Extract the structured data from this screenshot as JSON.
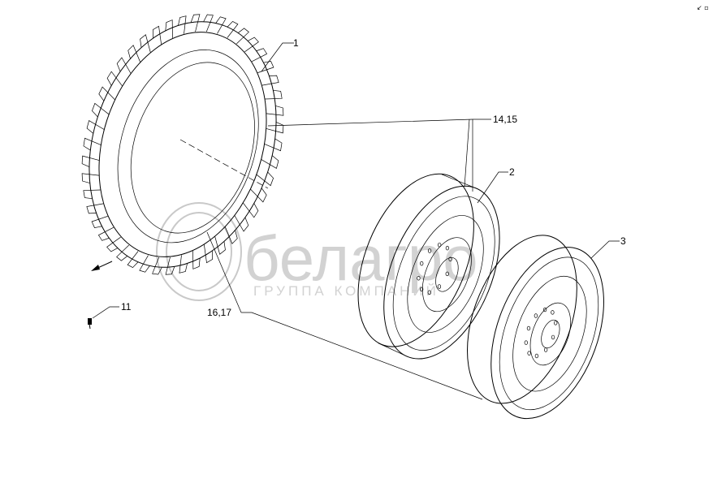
{
  "callouts": {
    "tire": "1",
    "rim_a": "2",
    "rim_b": "3",
    "bolts": "14,15",
    "nuts": "16,17",
    "valve": "11"
  },
  "watermark": {
    "brand": "белагро",
    "subtitle": "ГРУППА КОМПАНИЙ"
  },
  "corner_mark": "↙ ▫"
}
